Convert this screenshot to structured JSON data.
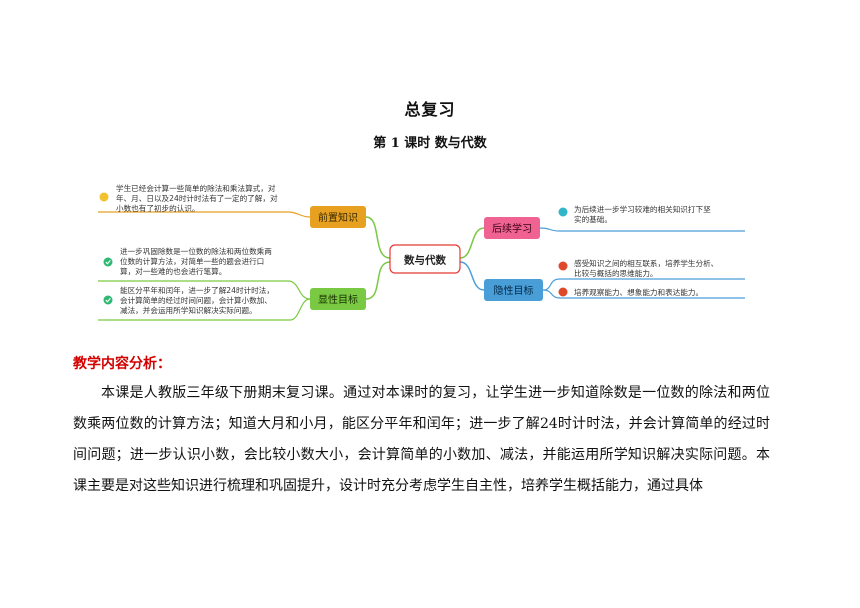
{
  "document": {
    "title": "总复习",
    "lesson_title": "第 1 课时  数与代数"
  },
  "mindmap": {
    "center": "数与代数",
    "branches": {
      "prior": {
        "label": "前置知识",
        "color": "#e8a020",
        "notes": [
          {
            "icon": "smile-icon",
            "lines": [
              "学生已经会计算一些简单的除法和乘法算式，对",
              "年、月、日以及24时计时法有了一定的了解，对",
              "小数也有了初步的认识。"
            ]
          }
        ]
      },
      "explicit": {
        "label": "显性目标",
        "color": "#7ac943",
        "notes": [
          {
            "icon": "check-icon",
            "lines": [
              "进一步巩固除数是一位数的除法和两位数乘两",
              "位数的计算方法，对简单一些的题会进行口",
              "算，对一些难的也会进行笔算。"
            ]
          },
          {
            "icon": "check-icon",
            "lines": [
              "能区分平年和闰年，进一步了解24时计时法，",
              "会计算简单的经过时间问题，会计算小数加、",
              "减法，并会运用所学知识解决实际问题。"
            ]
          }
        ]
      },
      "followup": {
        "label": "后续学习",
        "color": "#f06292",
        "notes": [
          {
            "icon": "star-icon",
            "lines": [
              "为后续进一步学习较难的相关知识打下坚",
              "实的基础。"
            ]
          }
        ]
      },
      "implicit": {
        "label": "隐性目标",
        "color": "#4a9ed8",
        "notes": [
          {
            "icon": "flag-icon",
            "lines": [
              "感受知识之间的相互联系，培养学生分析、",
              "比较与概括的思维能力。"
            ]
          },
          {
            "icon": "flag-icon",
            "lines": [
              "培养观察能力、想象能力和表达能力。"
            ]
          }
        ]
      }
    }
  },
  "analysis": {
    "heading": "教学内容分析：",
    "paragraph": "本课是人教版三年级下册期末复习课。通过对本课时的复习，让学生进一步知道除数是一位数的除法和两位数乘两位数的计算方法；知道大月和小月，能区分平年和闰年；进一步了解24时计时法，并会计算简单的经过时间问题；进一步认识小数，会比较小数大小，会计算简单的小数加、减法，并能运用所学知识解决实际问题。本课主要是对这些知识进行梳理和巩固提升，设计时充分考虑学生自主性，培养学生概括能力，通过具体"
  }
}
